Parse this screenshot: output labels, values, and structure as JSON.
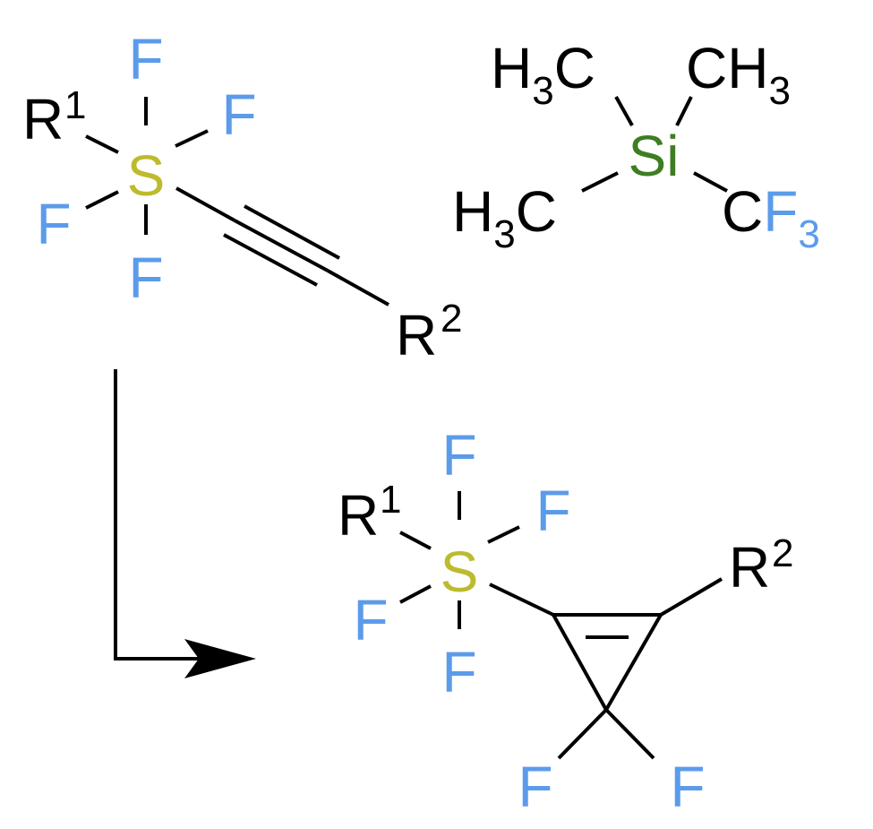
{
  "colors": {
    "carbon": "#000000",
    "fluorine": "#5b9bea",
    "sulfur": "#bdbb2d",
    "silicon": "#3e7d22",
    "bond": "#000000"
  },
  "reactant": {
    "r1": {
      "letter": "R",
      "index": "1"
    },
    "sulfur": "S",
    "fluorines": [
      "F",
      "F",
      "F",
      "F"
    ],
    "r2": {
      "letter": "R",
      "index": "2"
    }
  },
  "reagent": {
    "silicon": "Si",
    "methyl_top_left": {
      "main": "H",
      "sub": "3",
      "tail": "C"
    },
    "methyl_top_right": {
      "main": "CH",
      "sub": "3"
    },
    "methyl_bottom_left": {
      "main": "H",
      "sub": "3",
      "tail": "C"
    },
    "trifluoromethyl": {
      "carbon": "C",
      "fluorine": "F",
      "sub": "3"
    }
  },
  "product": {
    "r1": {
      "letter": "R",
      "index": "1"
    },
    "sulfur": "S",
    "fluorines": [
      "F",
      "F",
      "F",
      "F"
    ],
    "r2": {
      "letter": "R",
      "index": "2"
    },
    "ring_fluorines": [
      "F",
      "F"
    ]
  },
  "arrow": {
    "icon": "reaction-arrow-icon"
  }
}
